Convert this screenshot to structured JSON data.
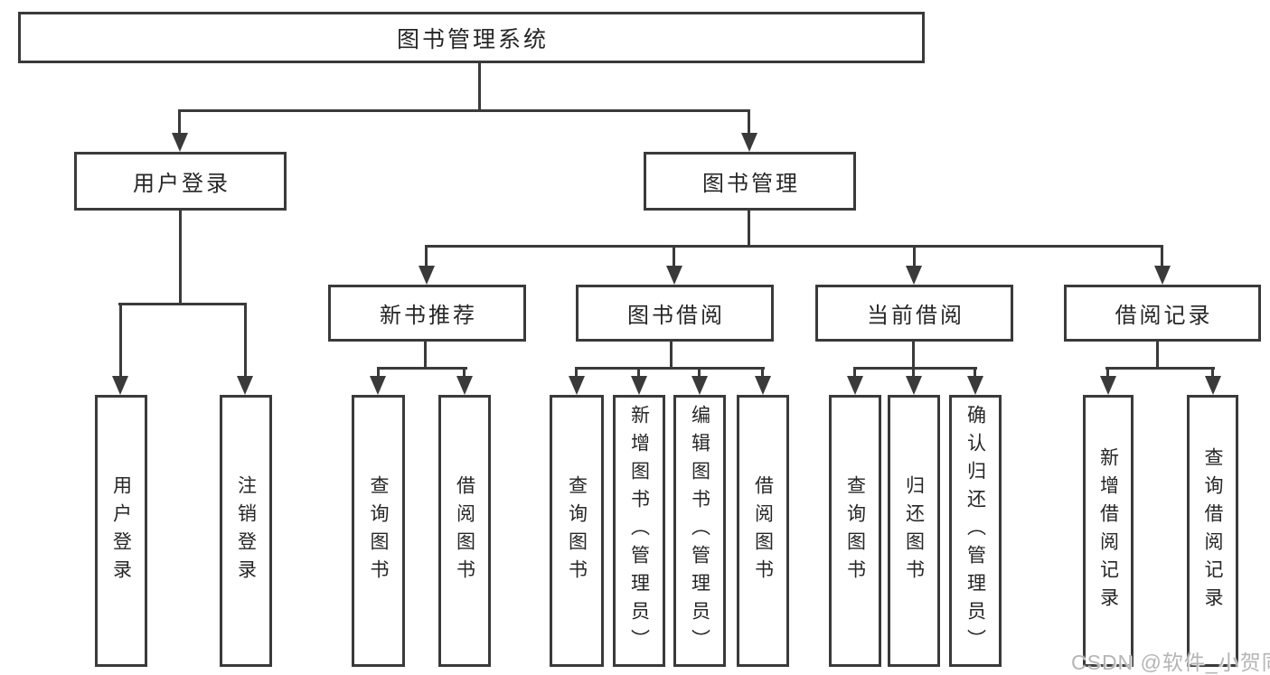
{
  "colors": {
    "bg": "#ffffff",
    "line": "#3a3a3a",
    "text": "#262626",
    "watermark": "#b5b5b5"
  },
  "watermark": {
    "text": "CSDN @软件_小贺同学"
  },
  "diagram": {
    "root": {
      "label": "图书管理系统"
    },
    "level2": [
      {
        "label": "用户登录"
      },
      {
        "label": "图书管理"
      }
    ],
    "level3": [
      {
        "label": "新书推荐",
        "parent": "图书管理"
      },
      {
        "label": "图书借阅",
        "parent": "图书管理"
      },
      {
        "label": "当前借阅",
        "parent": "图书管理"
      },
      {
        "label": "借阅记录",
        "parent": "图书管理"
      }
    ],
    "leaves": [
      {
        "label": "用户登录",
        "parent": "用户登录"
      },
      {
        "label": "注销登录",
        "parent": "用户登录"
      },
      {
        "label": "查询图书",
        "parent": "新书推荐"
      },
      {
        "label": "借阅图书",
        "parent": "新书推荐"
      },
      {
        "label": "查询图书",
        "parent": "图书借阅"
      },
      {
        "label": "新增图书（管理员）",
        "parent": "图书借阅"
      },
      {
        "label": "编辑图书（管理员）",
        "parent": "图书借阅"
      },
      {
        "label": "借阅图书",
        "parent": "图书借阅"
      },
      {
        "label": "查询图书",
        "parent": "当前借阅"
      },
      {
        "label": "归还图书",
        "parent": "当前借阅"
      },
      {
        "label": "确认归还（管理员）",
        "parent": "当前借阅"
      },
      {
        "label": "新增借阅记录",
        "parent": "借阅记录"
      },
      {
        "label": "查询借阅记录",
        "parent": "借阅记录"
      }
    ]
  }
}
